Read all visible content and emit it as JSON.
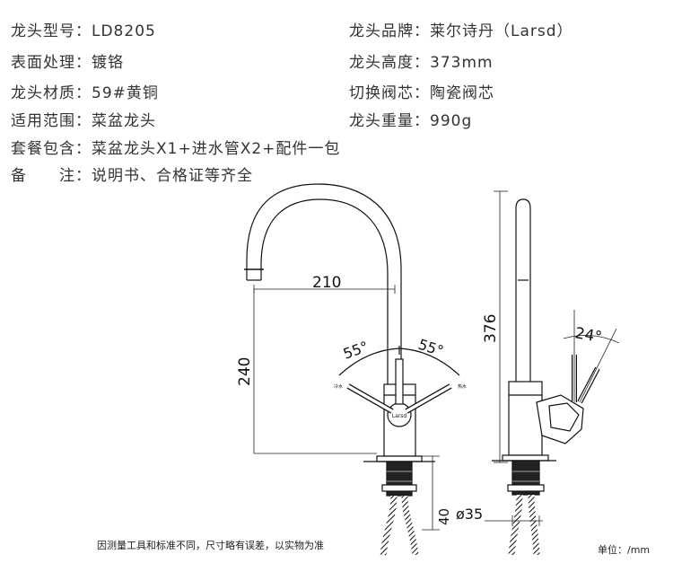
{
  "specs_left": [
    {
      "label": "龙头型号：",
      "value": "LD8205"
    },
    {
      "label": "表面处理：",
      "value": "镀铬"
    },
    {
      "label": "龙头材质：",
      "value": "59#黄铜"
    },
    {
      "label": "适用范围：",
      "value": "菜盆龙头"
    },
    {
      "label": "套餐包含：",
      "value": "菜盆龙头X1+进水管X2+配件一包"
    },
    {
      "label": "备　　注：",
      "value": "说明书、合格证等齐全"
    }
  ],
  "specs_right": [
    {
      "label": "龙头品牌：",
      "value": "莱尔诗丹（Larsd）"
    },
    {
      "label": "龙头高度：",
      "value": "373mm"
    },
    {
      "label": "切换阀芯：",
      "value": "陶瓷阀芯"
    },
    {
      "label": "龙头重量：",
      "value": "990g"
    }
  ],
  "drawing": {
    "dim_reach": "210",
    "dim_height": "240",
    "dim_angle_left": "55°",
    "dim_angle_right": "55°",
    "dim_total_height": "376",
    "dim_tilt": "24°",
    "dim_base": "40",
    "dim_diameter": "ø35",
    "brand_mark": "Larsd",
    "cold_label": "冷水",
    "hot_label": "热水"
  },
  "footer": {
    "note": "因测量工具和标准不同，尺寸略有误差，以实物为准",
    "unit": "单位：/mm"
  }
}
